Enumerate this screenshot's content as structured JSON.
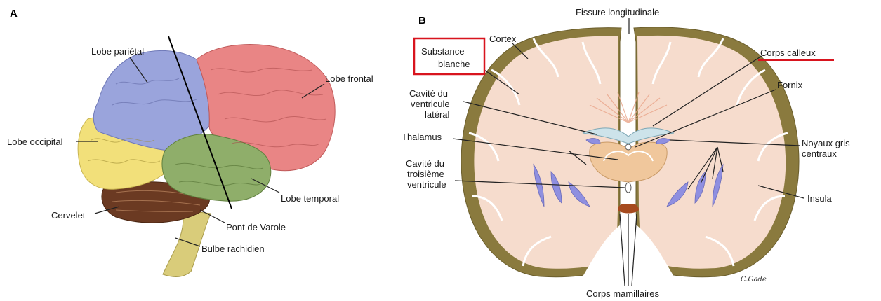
{
  "panel_a": {
    "letter": "A",
    "labels": {
      "lobe_parietal": "Lobe pariétal",
      "lobe_frontal": "Lobe frontal",
      "lobe_occipital": "Lobe occipital",
      "lobe_temporal": "Lobe temporal",
      "cervelet": "Cervelet",
      "pont_de_varole": "Pont de Varole",
      "bulbe_rachidien": "Bulbe rachidien"
    },
    "colors": {
      "parietal": "#9aa4dc",
      "frontal": "#e98585",
      "occipital": "#f2e07a",
      "temporal": "#8fae6a",
      "cerebellum": "#6b3a22",
      "brainstem": "#d9cc7a"
    }
  },
  "panel_b": {
    "letter": "B",
    "labels": {
      "fissure_longitudinale": "Fissure longitudinale",
      "cortex": "Cortex",
      "substance_blanche_1": "Substance",
      "substance_blanche_2": "blanche",
      "corps_calleux": "Corps calleux",
      "fornix": "Fornix",
      "cavite_ventricule_1": "Cavité du",
      "cavite_ventricule_2": "ventricule",
      "cavite_ventricule_3": "latéral",
      "thalamus": "Thalamus",
      "noyaux_gris_1": "Noyaux gris",
      "noyaux_gris_2": "centraux",
      "cavite_troisieme_1": "Cavité du",
      "cavite_troisieme_2": "troisième",
      "cavite_troisieme_3": "ventricule",
      "insula": "Insula",
      "corps_mamillaires": "Corps mamillaires",
      "signature": "C.Gade"
    },
    "colors": {
      "white_matter": "#f6dccd",
      "cortex": "#8a7a3e",
      "thalamus": "#f0c79c",
      "nuclei": "#8f8fe0",
      "highlight_box": "#d8141e",
      "underline": "#d8141e"
    }
  }
}
